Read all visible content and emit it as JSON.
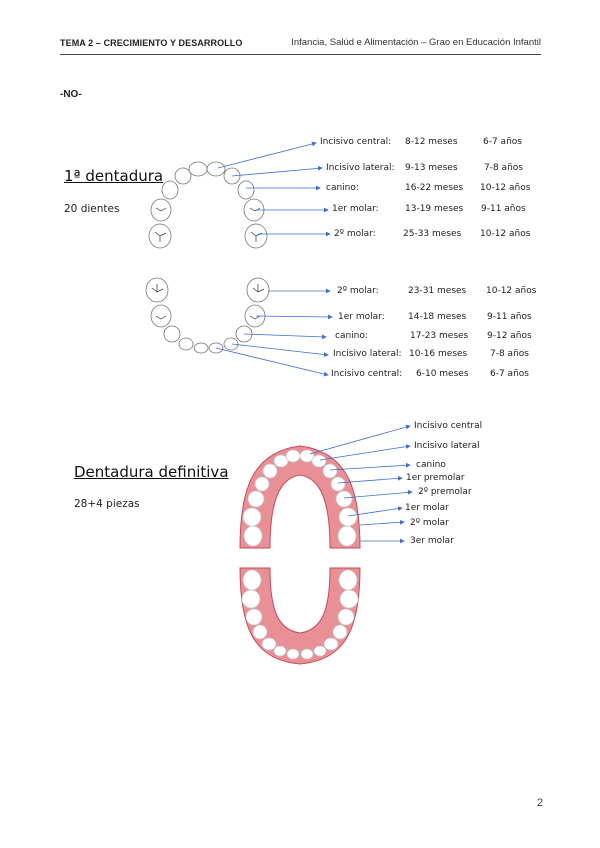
{
  "header": {
    "left": "TEMA 2 – CRECIMIENTO Y DESARROLLO",
    "right": "Infancia, Salúd e Alimentación – Grao en Educación Infantil"
  },
  "marker": "-NO-",
  "primary": {
    "title": "1ª dentadura",
    "subtitle": "20 dientes",
    "upper": [
      {
        "name": "Incisivo central:",
        "eruption": "8-12 meses",
        "shedding": "6-7 años"
      },
      {
        "name": "Incisivo lateral:",
        "eruption": "9-13 meses",
        "shedding": "7-8 años"
      },
      {
        "name": "canino:",
        "eruption": "16-22 meses",
        "shedding": "10-12 años"
      },
      {
        "name": "1er molar:",
        "eruption": "13-19 meses",
        "shedding": "9-11 años"
      },
      {
        "name": "2º molar:",
        "eruption": "25-33 meses",
        "shedding": "10-12 años"
      }
    ],
    "lower": [
      {
        "name": "2º molar:",
        "eruption": "23-31 meses",
        "shedding": "10-12 años"
      },
      {
        "name": "1er molar:",
        "eruption": "14-18 meses",
        "shedding": "9-11 años"
      },
      {
        "name": "canino:",
        "eruption": "17-23 meses",
        "shedding": "9-12 años"
      },
      {
        "name": "Incisivo lateral:",
        "eruption": "10-16 meses",
        "shedding": "7-8 años"
      },
      {
        "name": "Incisivo central:",
        "eruption": "6-10 meses",
        "shedding": "6-7 años"
      }
    ]
  },
  "permanent": {
    "title": "Dentadura definitiva",
    "subtitle": "28+4 piezas",
    "labels": [
      "Incisivo central",
      "Incisivo lateral",
      "canino",
      "1er premolar",
      "2º premolar",
      "1er molar",
      "2º molar",
      "3er molar"
    ]
  },
  "page_number": "2",
  "colors": {
    "arrow": "#3b6fd1",
    "gum": "#e98f96",
    "gum_dark": "#c24e5a",
    "tooth": "#ffffff"
  }
}
